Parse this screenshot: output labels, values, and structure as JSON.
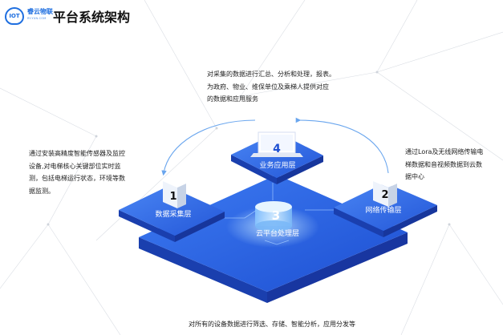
{
  "header": {
    "logo_icon_text": "IOT",
    "logo_name": "睿云物联",
    "logo_subtext": "RY-YUN.COM",
    "page_title": "平台系统架构"
  },
  "layers": [
    {
      "number": "1",
      "name": "数据采集层"
    },
    {
      "number": "2",
      "name": "网络传输层"
    },
    {
      "number": "3",
      "name": "云平台处理层"
    },
    {
      "number": "4",
      "name": "业务应用层"
    }
  ],
  "descriptions": {
    "top": [
      "对采集的数据进行汇总、分析和处理，报表。",
      "为政府、物业、维保单位及乘梯人提供对应",
      "的数据和应用服务"
    ],
    "left": [
      "通过安装高精度智能传感器及监控",
      "设备,对电梯核心关键部位实时监",
      "测，包括电梯运行状态，环境等数",
      "据监测。"
    ],
    "right": [
      "通过Lora及无线网络传输电",
      "梯数据和音视频数据到云数",
      "据中心"
    ],
    "bottom": "对所有的设备数据进行筛选、存储、智能分析，应用分发等"
  },
  "colors": {
    "platform_top": "#2a63e6",
    "platform_side": "#1a3fae",
    "accent": "#1f6fe0",
    "arrow": "#6aa6ee"
  }
}
